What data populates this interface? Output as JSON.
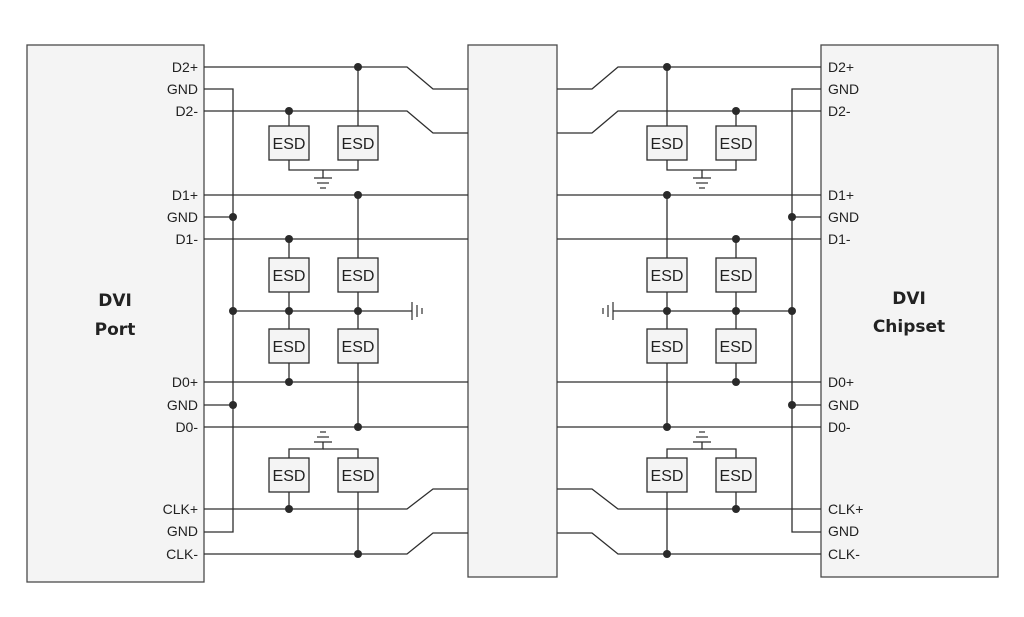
{
  "left_box": {
    "title_line1": "DVI",
    "title_line2": "Port"
  },
  "right_box": {
    "title_line1": "DVI",
    "title_line2": "Chipset"
  },
  "esd_label": "ESD",
  "pins": [
    {
      "id": "d2p",
      "label": "D2+"
    },
    {
      "id": "gnd1",
      "label": "GND"
    },
    {
      "id": "d2m",
      "label": "D2-"
    },
    {
      "id": "d1p",
      "label": "D1+"
    },
    {
      "id": "gnd2",
      "label": "GND"
    },
    {
      "id": "d1m",
      "label": "D1-"
    },
    {
      "id": "d0p",
      "label": "D0+"
    },
    {
      "id": "gnd3",
      "label": "GND"
    },
    {
      "id": "d0m",
      "label": "D0-"
    },
    {
      "id": "clkp",
      "label": "CLK+"
    },
    {
      "id": "gnd4",
      "label": "GND"
    },
    {
      "id": "clkm",
      "label": "CLK-"
    }
  ]
}
